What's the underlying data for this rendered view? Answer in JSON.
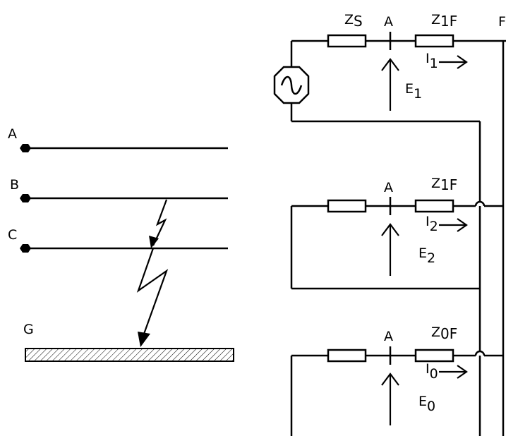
{
  "left_diagram": {
    "phase_a": "A",
    "phase_b": "B",
    "phase_c": "C",
    "ground": "G"
  },
  "right_diagram": {
    "positive": {
      "source_z_main": "Z",
      "source_z_sub": "S",
      "node": "A",
      "line_z_main": "Z",
      "line_z_sub": "1F",
      "terminal": "F",
      "current_main": "I",
      "current_sub": "1",
      "voltage_main": "E",
      "voltage_sub": "1"
    },
    "negative": {
      "node": "A",
      "line_z_main": "Z",
      "line_z_sub": "1F",
      "current_main": "I",
      "current_sub": "2",
      "voltage_main": "E",
      "voltage_sub": "2"
    },
    "zero": {
      "node": "A",
      "line_z_main": "Z",
      "line_z_sub": "0F",
      "current_main": "I",
      "current_sub": "0",
      "voltage_main": "E",
      "voltage_sub": "0"
    }
  },
  "colors": {
    "ink": "#000000",
    "background": "#ffffff"
  }
}
